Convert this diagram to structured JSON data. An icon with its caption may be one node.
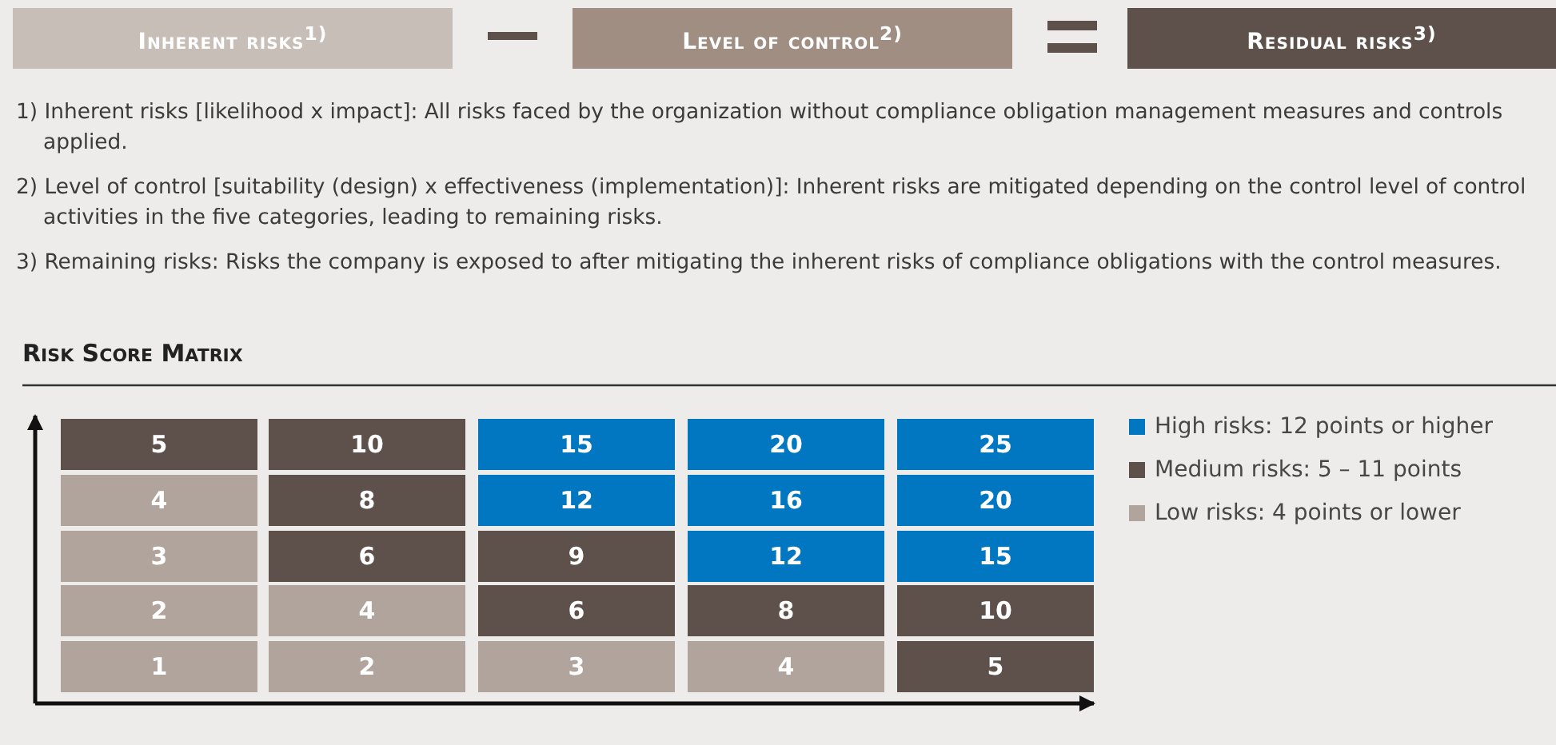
{
  "diagram": {
    "nodes": [
      {
        "text": [
          "Inherent risks$^{1)}$"
        ]
      },
      {
        "text": [
          "Level of control$^{2)}$"
        ]
      },
      {
        "text": [
          "Residual risks$^{3)}$"
        ]
      }
    ],
    "labels": [
      "1) Inherent risks [likelihood x impact]: All risks faced by the organization without compliance obligation management measures and controls applied.",
      "2) Level of control [suitability (design) x effectiveness (implementation)]: Inherent risks are mitigated depending on the control level of control activities in the five categories, leading to remaining risks.",
      "3) Remaining risks: Risks the company is exposed to after mitigating the inherent risks of compliance obligations with the control measures.",
      "Risk Score Matrix",
      "5",
      "10",
      "15",
      "20",
      "25",
      "4",
      "8",
      "12",
      "16",
      "20",
      "3",
      "6",
      "9",
      "12",
      "15",
      "2",
      "4",
      "6",
      "8",
      "10",
      "1",
      "2",
      "3",
      "4",
      "5"
    ],
    "legend": [
      {
        "text": "High risks: 12 points or higher",
        "color": "#0077c0"
      },
      {
        "text": "Medium risks: 5 – 11 points",
        "color": "#5e514b"
      },
      {
        "text": "Low risks: 4 points or lower",
        "color": "#b1a49c"
      }
    ]
  }
}
